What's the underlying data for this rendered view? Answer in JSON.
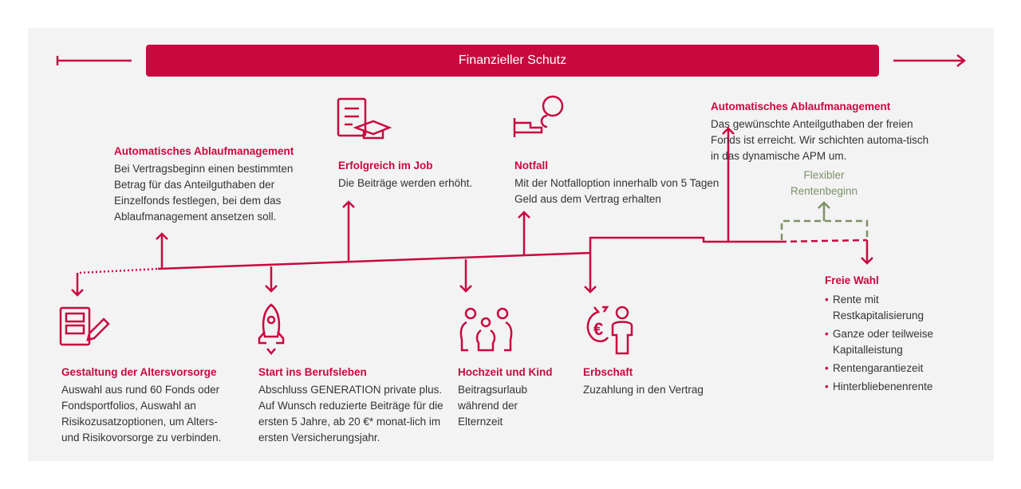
{
  "banner": "Finanzieller Schutz",
  "colors": {
    "accent": "#c8093f",
    "green": "#7d9067"
  },
  "top": [
    {
      "title": "Automatisches Ablaufmanagement",
      "text": "Bei Vertragsbeginn einen bestimmten Betrag für das Anteilguthaben der Einzelfonds festlegen, bei dem das Ablaufmanagement ansetzen soll."
    },
    {
      "title": "Erfolgreich im Job",
      "text": "Die Beiträge werden erhöht."
    },
    {
      "title": "Notfall",
      "text": "Mit der Notfalloption innerhalb von 5 Tagen Geld aus dem Vertrag erhalten"
    },
    {
      "title": "Automatisches Ablaufmanagement",
      "text": "Das gewünschte Anteilguthaben der freien Fonds ist erreicht. Wir schichten automa-tisch in das dynamische APM um."
    }
  ],
  "flexible": "Flexibler Rentenbeginn",
  "bottom": [
    {
      "title": "Gestaltung der Altersvorsorge",
      "text": "Auswahl aus rund 60 Fonds oder Fondsportfolios, Auswahl an Risikozusatzoptionen, um Alters- und Risikovorsorge zu verbinden."
    },
    {
      "title": "Start ins Berufsleben",
      "text": "Abschluss GENERATION private plus. Auf Wunsch reduzierte Beiträge für die ersten 5 Jahre, ab 20 €* monat-lich im ersten Versicherungsjahr."
    },
    {
      "title": "Hochzeit und Kind",
      "text": "Beitragsurlaub während der Elternzeit"
    },
    {
      "title": "Erbschaft",
      "text": "Zuzahlung in den Vertrag"
    }
  ],
  "freie": {
    "title": "Freie Wahl",
    "items": [
      "Rente mit Restkapitalisierung",
      "Ganze oder teilweise Kapitalleistung",
      "Rentengarantiezeit",
      "Hinterbliebenenrente"
    ]
  }
}
